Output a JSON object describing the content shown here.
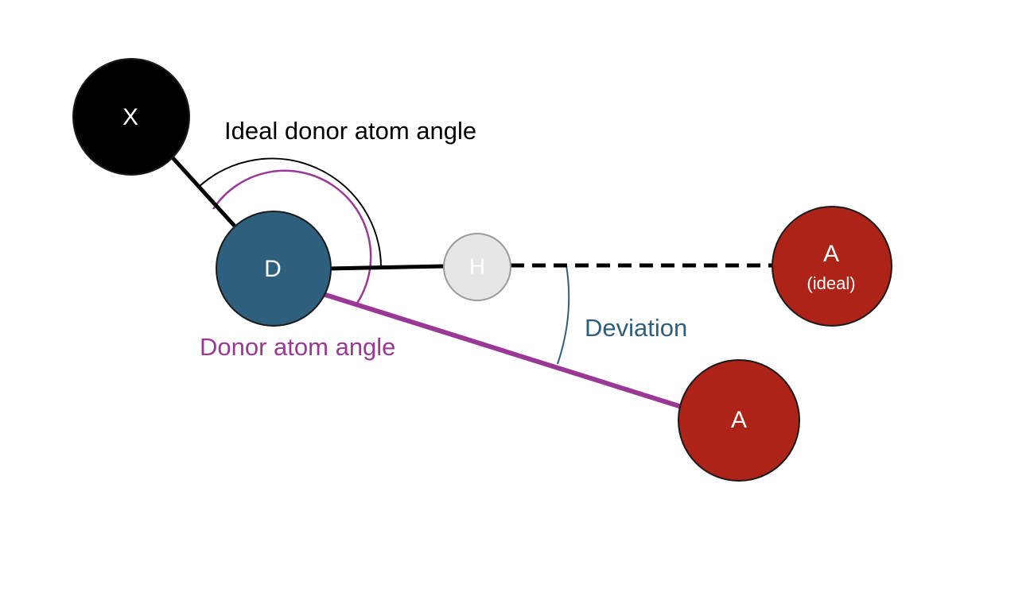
{
  "colors": {
    "background": "#ffffff",
    "atom_x": "#000000",
    "atom_d": "#2e5f7c",
    "atom_h": "#e6e6e6",
    "atom_a": "#ae2318",
    "atom_outline": "#1a1a1a",
    "bond": "#000000",
    "donor_angle": "#9a3896",
    "deviation": "#2e5f7c",
    "label_light": "#ffffff"
  },
  "atoms": {
    "x": "X",
    "d": "D",
    "h": "H",
    "a_ideal": "A",
    "a_ideal_sub": "(ideal)",
    "a": "A"
  },
  "labels": {
    "ideal_donor_atom_angle": "Ideal donor atom angle",
    "donor_atom_angle": "Donor atom angle",
    "deviation": "Deviation"
  }
}
